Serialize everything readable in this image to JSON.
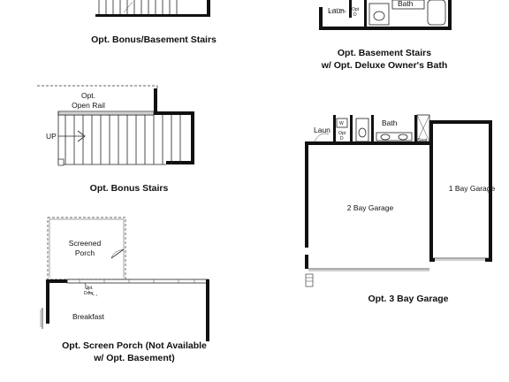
{
  "captions": {
    "bonus_basement_stairs": "Opt. Bonus/Basement Stairs",
    "basement_stairs_line1": "Opt. Basement Stairs",
    "basement_stairs_line2": "w/ Opt. Deluxe Owner's Bath",
    "bonus_stairs": "Opt. Bonus Stairs",
    "three_bay_garage": "Opt. 3 Bay Garage",
    "screen_porch_line1": "Opt. Screen Porch (Not Available",
    "screen_porch_line2": "w/ Opt. Basement)"
  },
  "rooms": {
    "laun": "Laun",
    "bath": "Bath",
    "opt_line1": "Opt",
    "opt_line2": "D",
    "wh": "W",
    "two_bay_garage": "2 Bay Garage",
    "one_bay_garage": "1 Bay Garage",
    "opt_open_rail_line1": "Opt.",
    "opt_open_rail_line2": "Open Rail",
    "up": "UP",
    "screened_line1": "Screened",
    "screened_line2": "Porch",
    "breakfast": "Breakfast",
    "opt_door_line1": "Opt.",
    "opt_door_line2": "Door",
    "seat": "Seat",
    "opt_dr": "Opt Door"
  }
}
